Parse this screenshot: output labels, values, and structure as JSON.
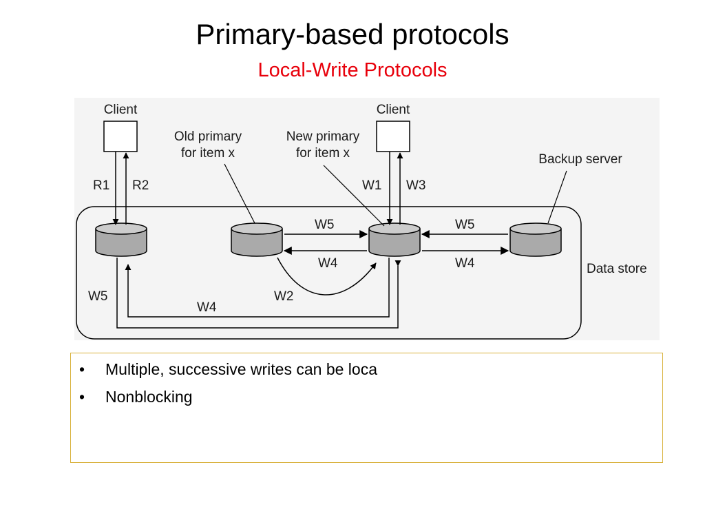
{
  "slide": {
    "title": "Primary-based protocols",
    "subtitle": "Local-Write Protocols",
    "subtitle_color": "#e8000b"
  },
  "diagram": {
    "labels": {
      "client_left": "Client",
      "client_right": "Client",
      "old_primary": [
        "Old primary",
        "for item x"
      ],
      "new_primary": [
        "New primary",
        "for item x"
      ],
      "backup_server": "Backup server",
      "data_store": "Data store"
    },
    "arrows": {
      "r1": "R1",
      "r2": "R2",
      "w1": "W1",
      "w3": "W3",
      "w5_old_to_new": "W5",
      "w4_new_to_old": "W4",
      "w5_backup_to_new": "W5",
      "w4_new_to_backup": "W4",
      "w5_left": "W5",
      "w4_bottom": "W4",
      "w2": "W2"
    }
  },
  "bullets": [
    {
      "marker": "•",
      "text": "Multiple, successive writes can be loca"
    },
    {
      "marker": "•",
      "text": "Nonblocking"
    }
  ]
}
